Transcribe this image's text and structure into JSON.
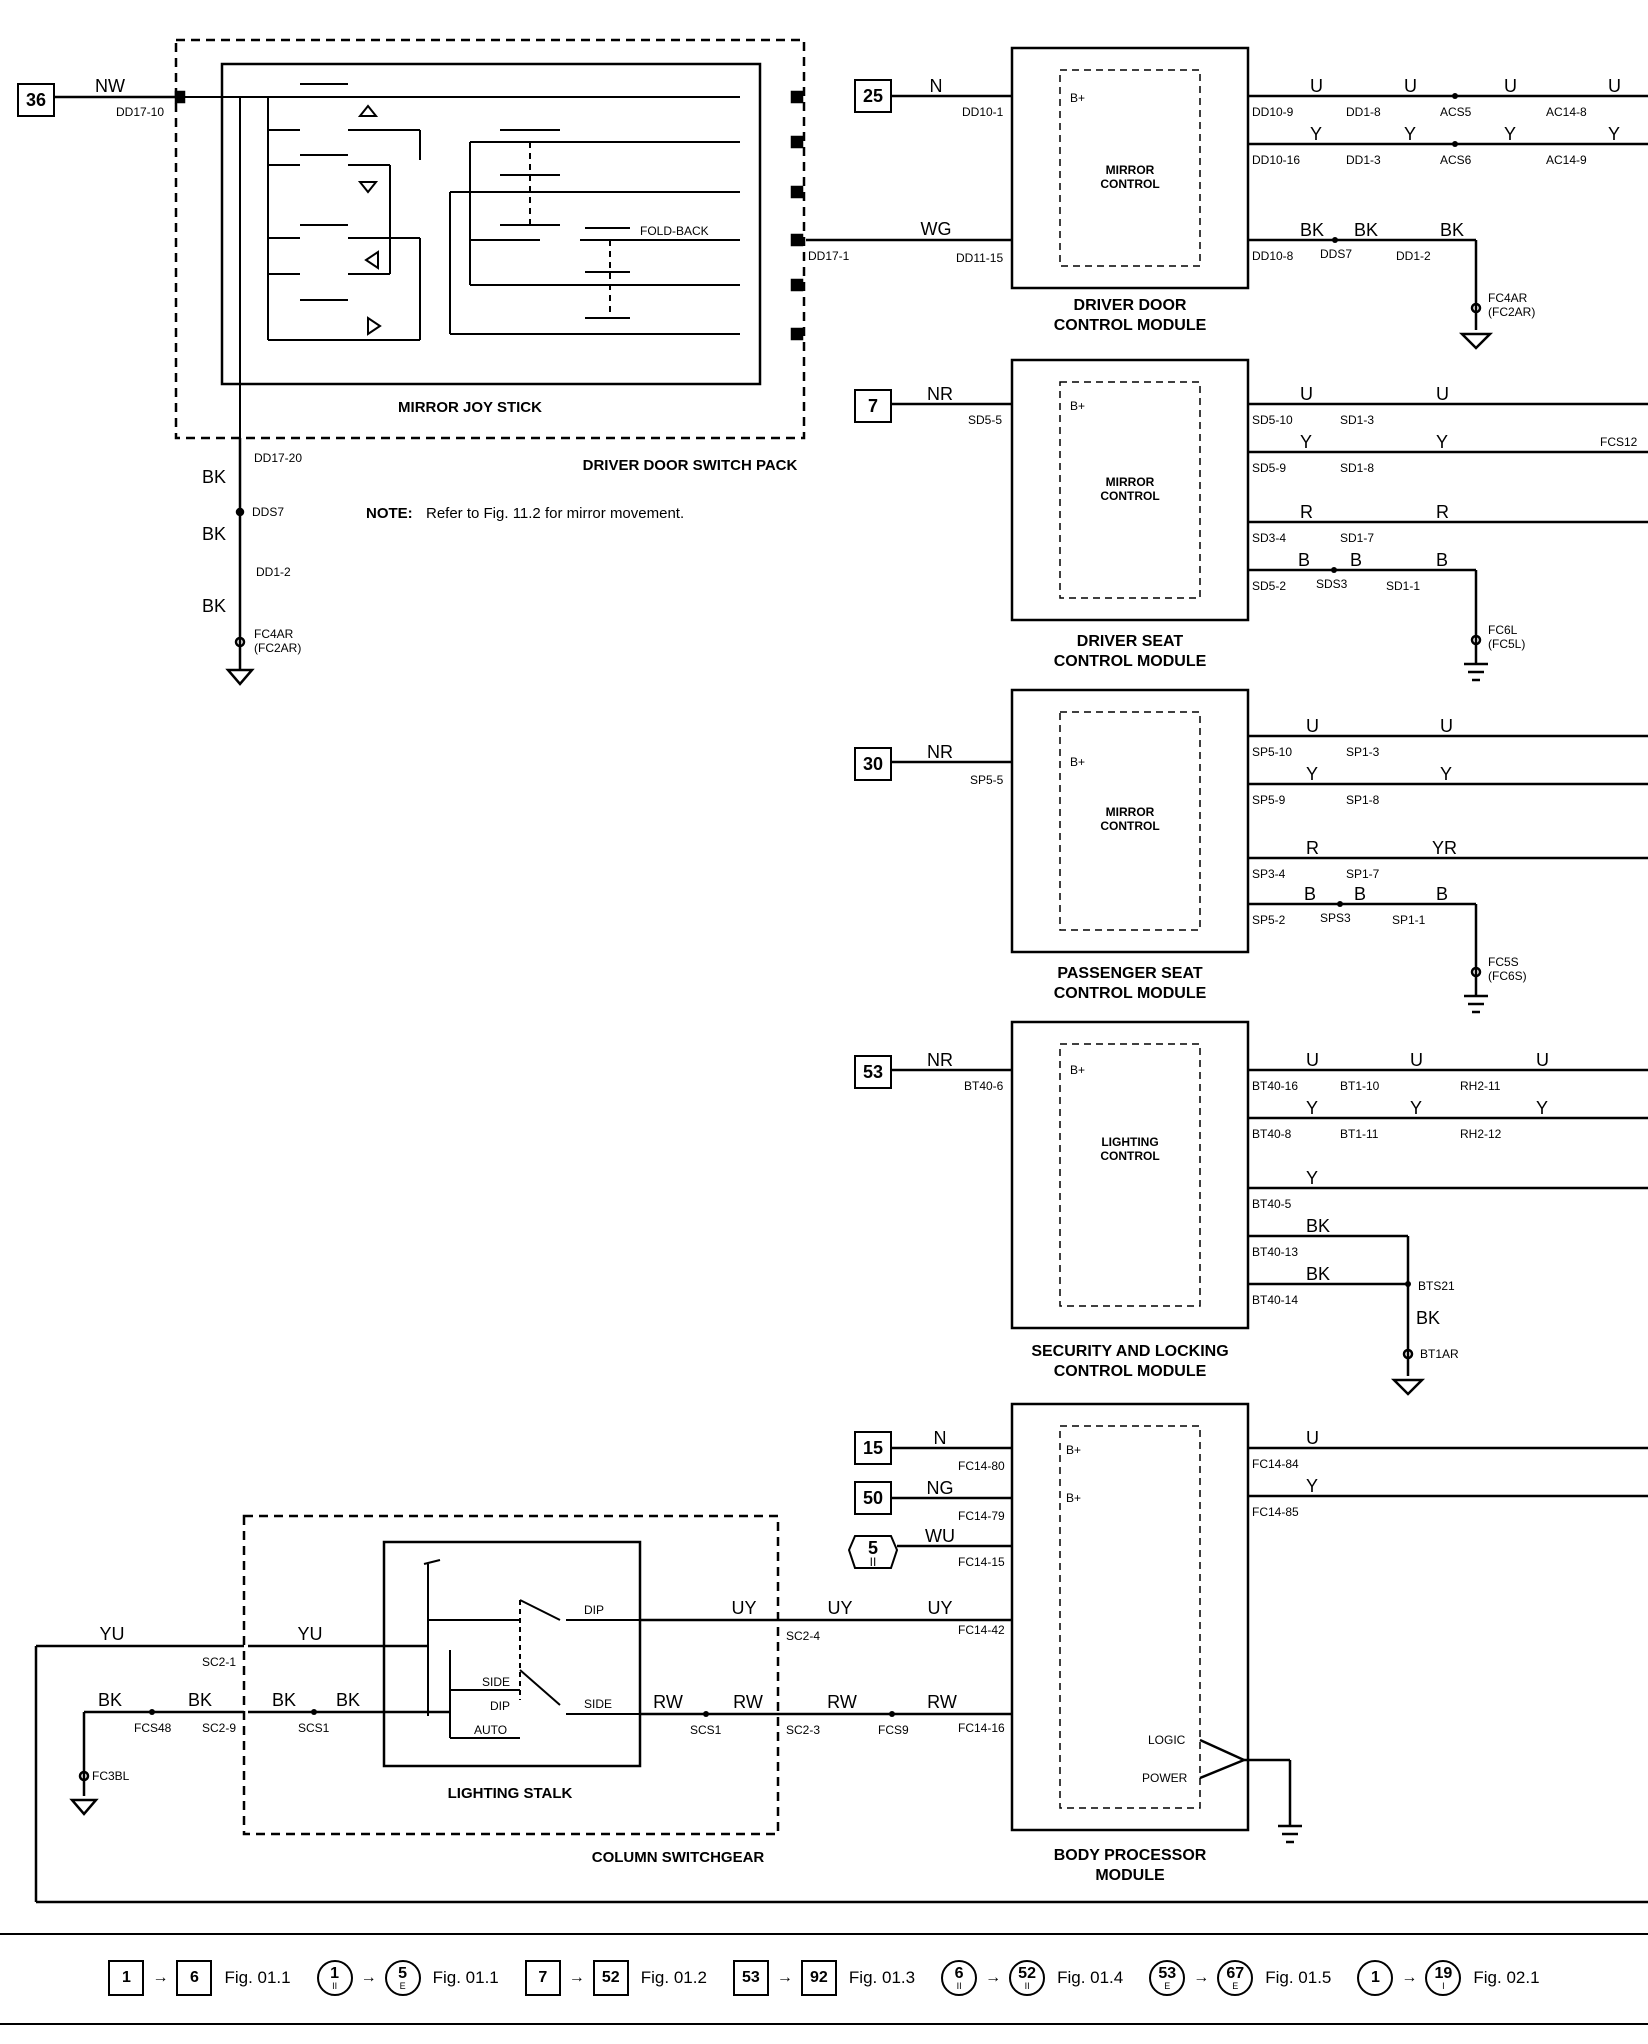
{
  "diagram": {
    "modules": {
      "switch_pack": "DRIVER DOOR SWITCH PACK",
      "joystick": "MIRROR JOY STICK",
      "fold_back": "FOLD-BACK",
      "note_bold": "NOTE:",
      "note_text": "Refer to Fig. 11.2 for mirror movement.",
      "driver_door_cm_1": "DRIVER DOOR",
      "driver_door_cm_2": "CONTROL MODULE",
      "driver_seat_cm_1": "DRIVER SEAT",
      "driver_seat_cm_2": "CONTROL MODULE",
      "pass_seat_cm_1": "PASSENGER SEAT",
      "pass_seat_cm_2": "CONTROL MODULE",
      "security_cm_1": "SECURITY AND LOCKING",
      "security_cm_2": "CONTROL MODULE",
      "body_cm_1": "BODY PROCESSOR",
      "body_cm_2": "MODULE",
      "lighting_stalk": "LIGHTING STALK",
      "column_sw": "COLUMN SWITCHGEAR",
      "mirror_1": "MIRROR",
      "mirror_2": "CONTROL",
      "lighting_1": "LIGHTING",
      "lighting_2": "CONTROL",
      "bplus": "B+",
      "logic": "LOGIC",
      "power": "POWER",
      "dip": "DIP",
      "side": "SIDE",
      "auto": "AUTO"
    },
    "refs": {
      "r36": "36",
      "r25": "25",
      "r7": "7",
      "r30": "30",
      "r53": "53",
      "r15": "15",
      "r50": "50",
      "r5": "5",
      "r5sub": "II"
    },
    "wires": {
      "nw": "NW",
      "n": "N",
      "wg": "WG",
      "u": "U",
      "y": "Y",
      "bk": "BK",
      "nr": "NR",
      "r": "R",
      "b": "B",
      "yr": "YR",
      "ng": "NG",
      "wu": "WU",
      "uy": "UY",
      "yu": "YU",
      "rw": "RW"
    },
    "connectors": {
      "dd17_10": "DD17-10",
      "dd17_1": "DD17-1",
      "dd17_20": "DD17-20",
      "dds7": "DDS7",
      "dd1_2": "DD1-2",
      "fc4ar": "FC4AR",
      "fc2ar": "(FC2AR)",
      "dd10_1": "DD10-1",
      "dd11_15": "DD11-15",
      "dd10_9": "DD10-9",
      "dd10_16": "DD10-16",
      "dd10_8": "DD10-8",
      "dd1_8": "DD1-8",
      "dd1_3": "DD1-3",
      "acs5": "ACS5",
      "acs6": "ACS6",
      "ac14_8": "AC14-8",
      "ac14_9": "AC14-9",
      "sd5_5": "SD5-5",
      "sd5_10": "SD5-10",
      "sd5_9": "SD5-9",
      "sd3_4": "SD3-4",
      "sd5_2": "SD5-2",
      "sd1_3": "SD1-3",
      "sd1_8": "SD1-8",
      "sd1_7": "SD1-7",
      "sds3": "SDS3",
      "sd1_1": "SD1-1",
      "fcs12": "FCS12",
      "fc6l": "FC6L",
      "fc5l": "(FC5L)",
      "sp5_5": "SP5-5",
      "sp5_10": "SP5-10",
      "sp5_9": "SP5-9",
      "sp3_4": "SP3-4",
      "sp5_2": "SP5-2",
      "sp1_3": "SP1-3",
      "sp1_8": "SP1-8",
      "sp1_7": "SP1-7",
      "sps3": "SPS3",
      "sp1_1": "SP1-1",
      "fc5s": "FC5S",
      "fc6s": "(FC6S)",
      "bt40_6": "BT40-6",
      "bt40_16": "BT40-16",
      "bt40_8": "BT40-8",
      "bt40_5": "BT40-5",
      "bt40_13": "BT40-13",
      "bt40_14": "BT40-14",
      "bt1_10": "BT1-10",
      "bt1_11": "BT1-11",
      "rh2_11": "RH2-11",
      "rh2_12": "RH2-12",
      "bts21": "BTS21",
      "bt1ar": "BT1AR",
      "fc14_80": "FC14-80",
      "fc14_79": "FC14-79",
      "fc14_15": "FC14-15",
      "fc14_42": "FC14-42",
      "fc14_16": "FC14-16",
      "fc14_84": "FC14-84",
      "fc14_85": "FC14-85",
      "sc2_1": "SC2-1",
      "sc2_9": "SC2-9",
      "sc2_4": "SC2-4",
      "sc2_3": "SC2-3",
      "fcs48": "FCS48",
      "scs1": "SCS1",
      "fcs9": "FCS9",
      "fc3bl": "FC3BL"
    }
  },
  "legend": [
    {
      "from": "1",
      "to": "6",
      "shape": "box",
      "fig": "Fig. 01.1"
    },
    {
      "from": "1",
      "from_sub": "II",
      "to": "5",
      "to_sub": "E",
      "shape": "circle",
      "fig": "Fig. 01.1"
    },
    {
      "from": "7",
      "to": "52",
      "shape": "box",
      "fig": "Fig. 01.2"
    },
    {
      "from": "53",
      "to": "92",
      "shape": "box",
      "fig": "Fig. 01.3"
    },
    {
      "from": "6",
      "from_sub": "II",
      "to": "52",
      "to_sub": "II",
      "shape": "circle",
      "fig": "Fig. 01.4"
    },
    {
      "from": "53",
      "from_sub": "E",
      "to": "67",
      "to_sub": "E",
      "shape": "circle",
      "fig": "Fig. 01.5"
    },
    {
      "from": "1",
      "from_sub": "",
      "to": "19",
      "to_sub": "I",
      "shape": "circle",
      "fig": "Fig. 02.1"
    }
  ]
}
